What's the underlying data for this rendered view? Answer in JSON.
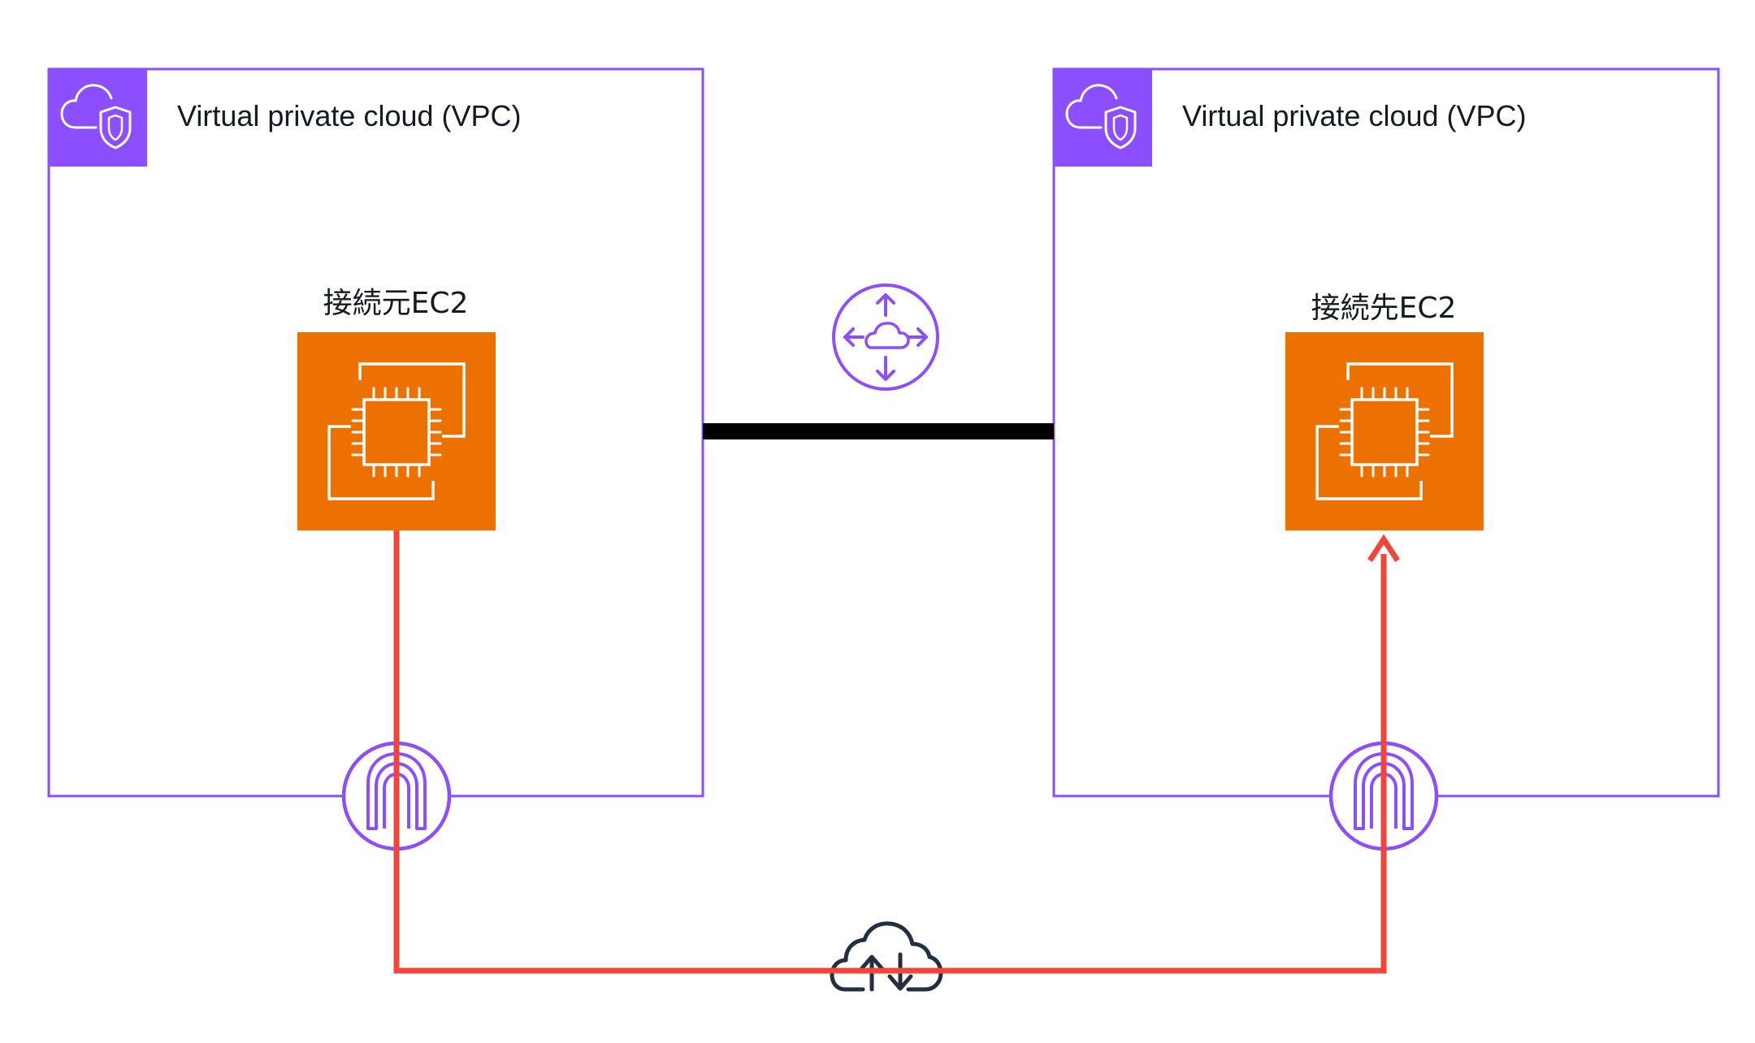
{
  "diagram": {
    "vpcs": [
      {
        "title": "Virtual private cloud (VPC)",
        "icon": "vpc-cloud-shield-icon"
      },
      {
        "title": "Virtual private cloud (VPC)",
        "icon": "vpc-cloud-shield-icon"
      }
    ],
    "instances": [
      {
        "label": "接続元EC2",
        "icon": "ec2-instance-icon"
      },
      {
        "label": "接続先EC2",
        "icon": "ec2-instance-icon"
      }
    ],
    "connections": {
      "peering_icon": "vpc-peering-router-icon",
      "internet_icon": "internet-cloud-upload-download-icon",
      "gateway_icon": "internet-gateway-icon"
    },
    "colors": {
      "vpc_border": "#8c4fff",
      "ec2_fill": "#ed7100",
      "route_line": "#f0453a",
      "peering_line": "#000000",
      "internet_icon": "#232f3e"
    }
  }
}
